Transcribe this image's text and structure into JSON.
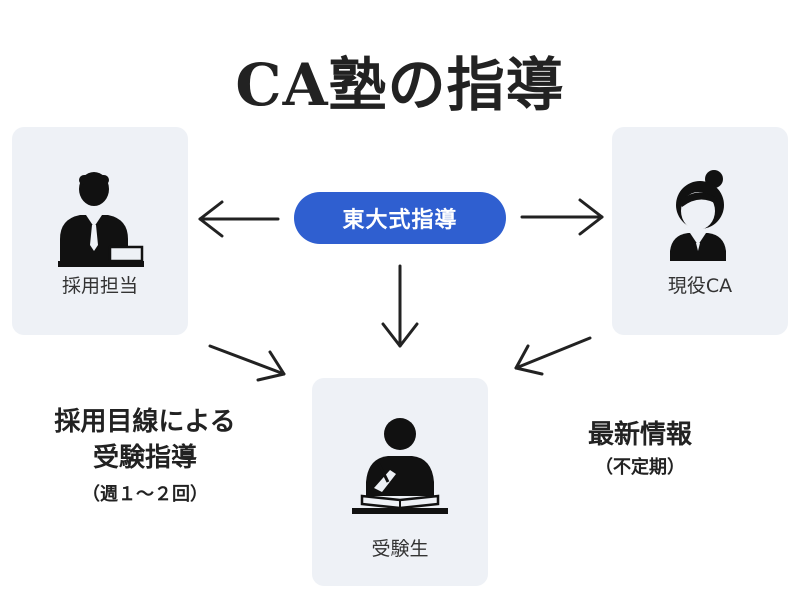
{
  "title": "CA塾の指導",
  "center_pill": {
    "label": "東大式指導",
    "color": "#2f5fd0"
  },
  "nodes": {
    "recruiter": {
      "label": "採用担当",
      "icon": "businessman-icon"
    },
    "current_ca": {
      "label": "現役CA",
      "icon": "female-ca-icon"
    },
    "student": {
      "label": "受験生",
      "icon": "studying-student-icon"
    }
  },
  "left_caption": {
    "line1": "採用目線による",
    "line2": "受験指導",
    "sub": "（週１〜２回）"
  },
  "right_caption": {
    "line1": "最新情報",
    "sub": "（不定期）"
  },
  "colors": {
    "card_bg": "#eef1f6",
    "text": "#222222"
  }
}
